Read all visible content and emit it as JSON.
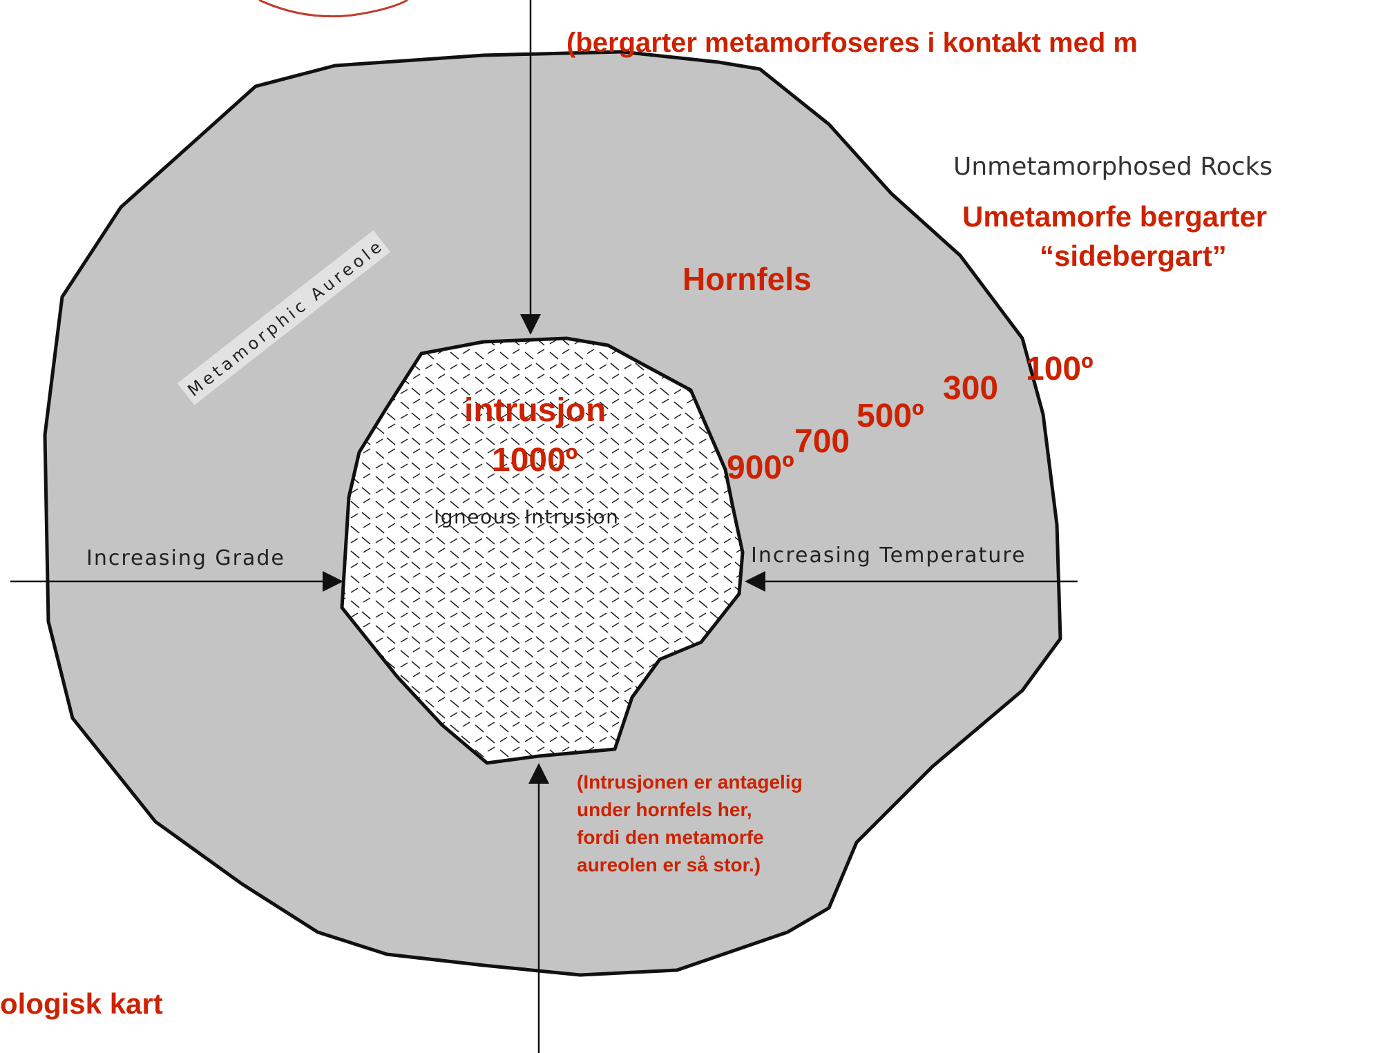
{
  "header": {
    "subtitle": "(bergarter metamorfoseres i kontakt med m"
  },
  "footer": {
    "map_label": "ologisk kart"
  },
  "labels": {
    "metamorphic_aureole": "Metamorphic Aureole",
    "unmetamorphosed_rocks": "Unmetamorphosed Rocks",
    "umetamorfe_bergarter": "Umetamorfe bergarter",
    "sidebergart": "“sidebergart”",
    "hornfels": "Hornfels",
    "intrusjon": "intrusjon",
    "intrusion_temp": "1000º",
    "igneous_intrusion": "Igneous Intrusion",
    "increasing_grade": "Increasing Grade",
    "increasing_temperature": "Increasing Temperature"
  },
  "isotherms": [
    "900º",
    "700",
    "500º",
    "300",
    "100º"
  ],
  "note": {
    "lines": [
      "(Intrusjonen er antagelig",
      "under hornfels her,",
      "fordi den metamorfe",
      "aureolen er så stor.)"
    ]
  },
  "colors": {
    "aureole_fill": "#c4c4c4",
    "intrusion_fill": "#ffffff",
    "outline": "#111111",
    "annotation_red": "#cc2200",
    "circle_stroke": "#c23a2a"
  }
}
